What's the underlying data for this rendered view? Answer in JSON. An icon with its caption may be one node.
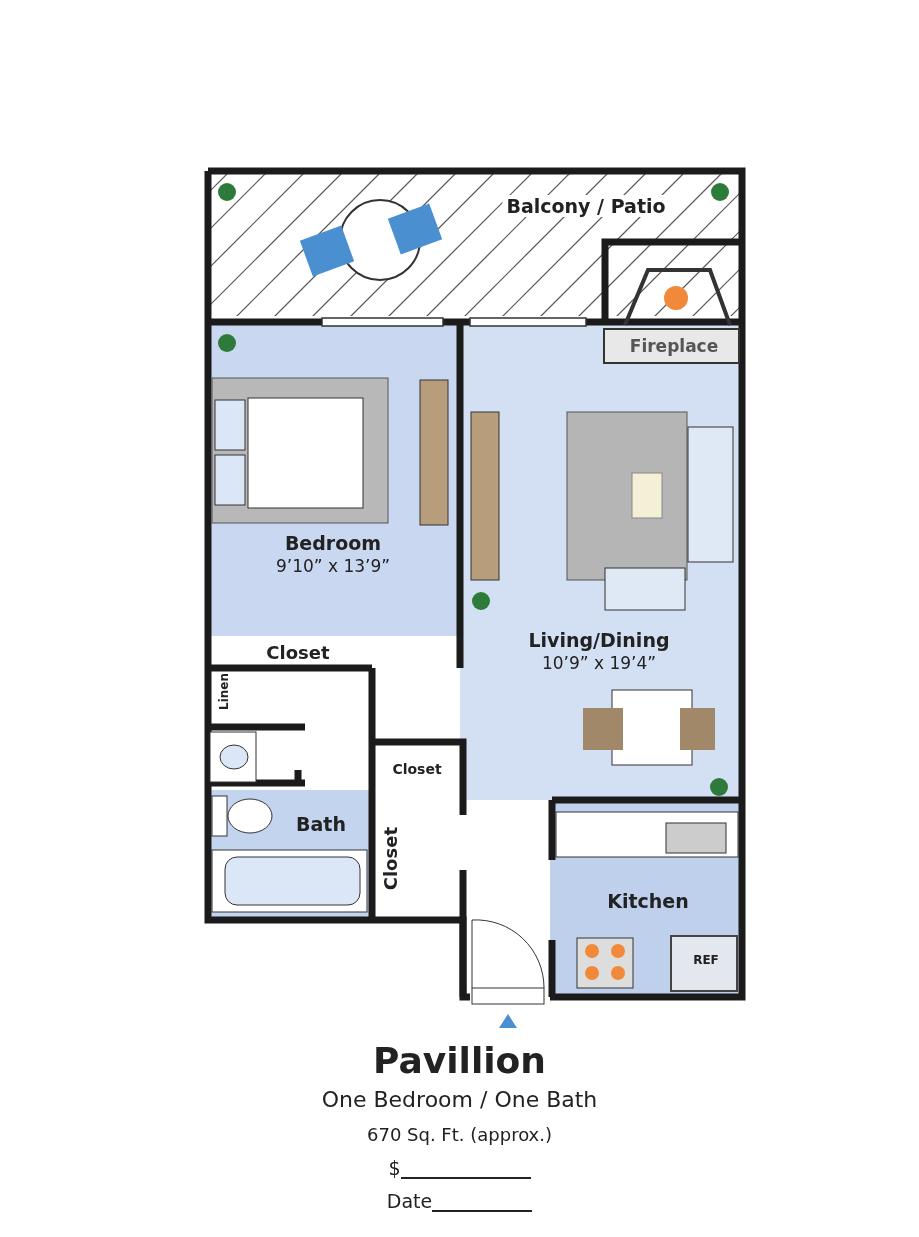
{
  "diagram": {
    "title": "Pavillion",
    "nodes": [
      {
        "text": [
          "Balcony / Patio"
        ]
      },
      {
        "text": [
          "Fireplace"
        ],
        "in": 8
      },
      {
        "text": [
          "Bedroom",
          "9’10” x 13’9”"
        ]
      },
      {
        "text": [
          "Closet"
        ]
      },
      {
        "text": [
          "Linen"
        ]
      },
      {
        "text": [
          "Bath"
        ]
      },
      {
        "text": [
          "Closet"
        ]
      },
      {
        "text": [
          "Closet"
        ]
      },
      {
        "text": [
          "Living/Dining",
          "10’9” x 19’4”"
        ]
      },
      {
        "text": [
          "Kitchen"
        ]
      },
      {
        "text": [
          "REF"
        ],
        "in": 9
      }
    ],
    "labels": [
      "One Bedroom / One Bath",
      "670 Sq. Ft. (approx.)",
      "$",
      "Date"
    ]
  }
}
